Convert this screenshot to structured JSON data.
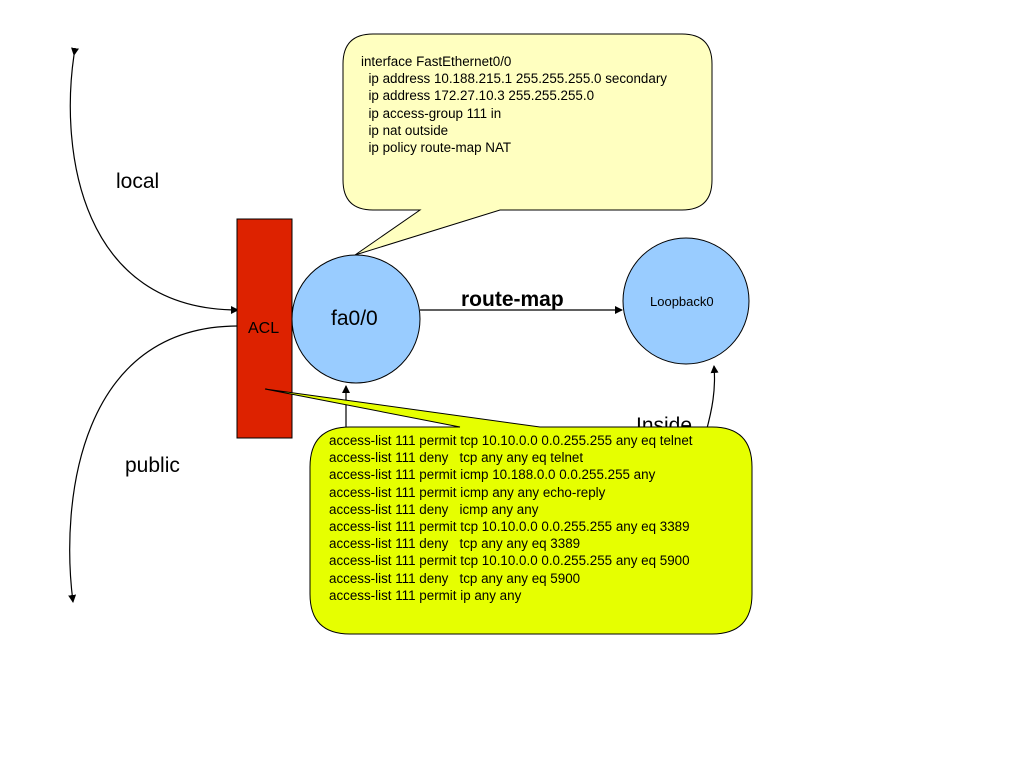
{
  "labels": {
    "local": "local",
    "public": "public",
    "acl": "ACL",
    "fa0": "fa0/0",
    "loopback": "Loopback0",
    "route_map": "route-map",
    "inside": "Inside"
  },
  "interface_config": [
    "interface FastEthernet0/0",
    "  ip address 10.188.215.1 255.255.255.0 secondary",
    "  ip address 172.27.10.3 255.255.255.0",
    "  ip access-group 111 in",
    "  ip nat outside",
    "  ip policy route-map NAT"
  ],
  "access_list": [
    "access-list 111 permit tcp 10.10.0.0 0.0.255.255 any eq telnet",
    "access-list 111 deny   tcp any any eq telnet",
    "access-list 111 permit icmp 10.188.0.0 0.0.255.255 any",
    "access-list 111 permit icmp any any echo-reply",
    "access-list 111 deny   icmp any any",
    "access-list 111 permit tcp 10.10.0.0 0.0.255.255 any eq 3389",
    "access-list 111 deny   tcp any any eq 3389",
    "access-list 111 permit tcp 10.10.0.0 0.0.255.255 any eq 5900",
    "access-list 111 deny   tcp any any eq 5900",
    "access-list 111 permit ip any any"
  ],
  "colors": {
    "acl_bar": "#dd2200",
    "interface_circle": "#99ccff",
    "config_callout": "#ffffc0",
    "acl_callout": "#e6ff00",
    "stroke": "#000000"
  }
}
